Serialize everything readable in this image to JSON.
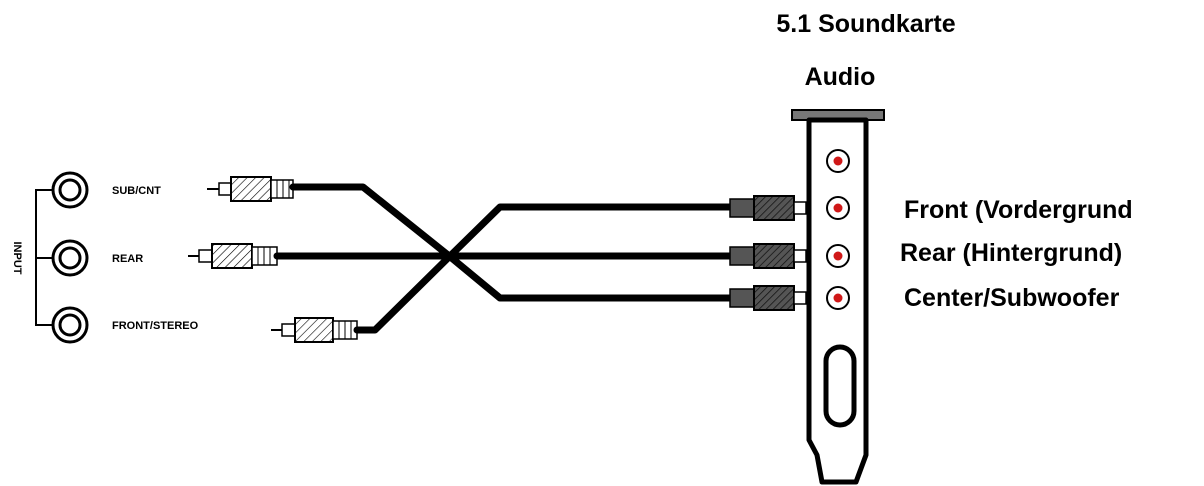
{
  "title": "5.1 Soundkarte",
  "card_label": "Audio",
  "input_label": "INPUT",
  "inputs": [
    {
      "label": "SUB/CNT"
    },
    {
      "label": "REAR"
    },
    {
      "label": "FRONT/STEREO"
    }
  ],
  "outputs": [
    {
      "label": "Front (Vordergrund"
    },
    {
      "label": "Rear (Hintergrund)"
    },
    {
      "label": "Center/Subwoofer"
    }
  ],
  "colors": {
    "jack_accent": "#d01818",
    "line": "#000000",
    "plug_dark": "#333333"
  }
}
